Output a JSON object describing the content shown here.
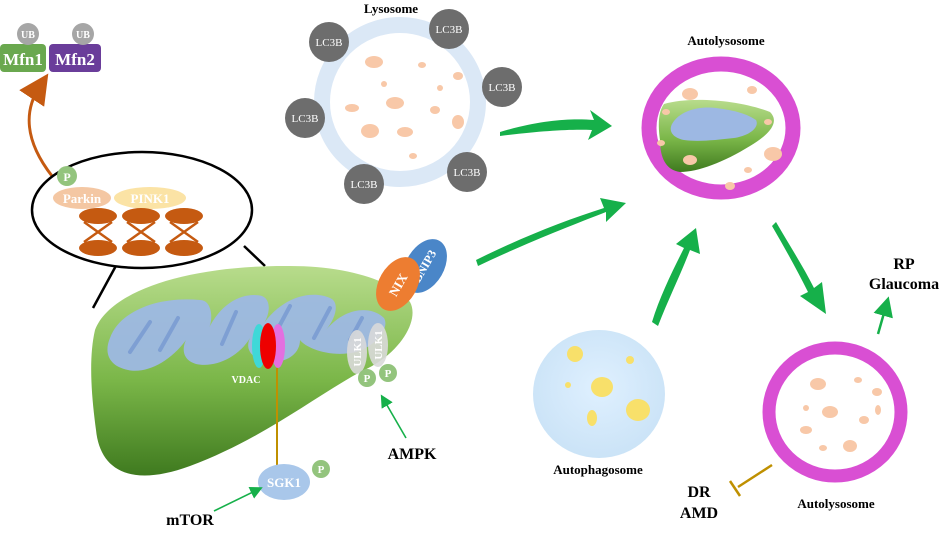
{
  "labels": {
    "mfn1": "Mfn1",
    "mfn2": "Mfn2",
    "ub": "UB",
    "p": "P",
    "parkin": "Parkin",
    "pink1": "PINK1",
    "lysosome": "Lysosome",
    "lc3b": "LC3B",
    "autolysosome": "Autolysosome",
    "autophagosome": "Autophagosome",
    "nix": "NIX",
    "bnip3": "BNIP3",
    "ulk1": "ULK1",
    "vdac": "VDAC",
    "sgk1": "SGK1",
    "mtor": "mTOR",
    "ampk": "AMPK",
    "rp": "RP",
    "glaucoma": "Glaucoma",
    "dr": "DR",
    "amd": "AMD"
  },
  "colors": {
    "mfn1": "#6aa84f",
    "mfn2": "#6a3d9a",
    "ub": "#a6a6a6",
    "phospho": "#93c47d",
    "parkin": "#f4c7a3",
    "pink1": "#fbe3a5",
    "cristae_motif": "#c55a11",
    "mito_green": "#7ab648",
    "cristae_blue": "#9db8e3",
    "lysosome_ring": "#dbe8f6",
    "lc3b": "#6d6d6d",
    "lysosome_dot": "#f8c8a8",
    "autolysosome_ring": "#d94fd3",
    "autophagosome_fill": "#c9e2f6",
    "autophagosome_dot": "#f8e06a",
    "nix": "#ed7d31",
    "bnip3": "#4a86c8",
    "vdac_cyan": "#3fd8d8",
    "vdac_red": "#ee0000",
    "vdac_pink": "#e36fe0",
    "sgk1": "#a9c7ea",
    "flow_arrow": "#16b04a",
    "ub_arrow": "#c55a11",
    "inhibit_line": "#bf9000"
  }
}
